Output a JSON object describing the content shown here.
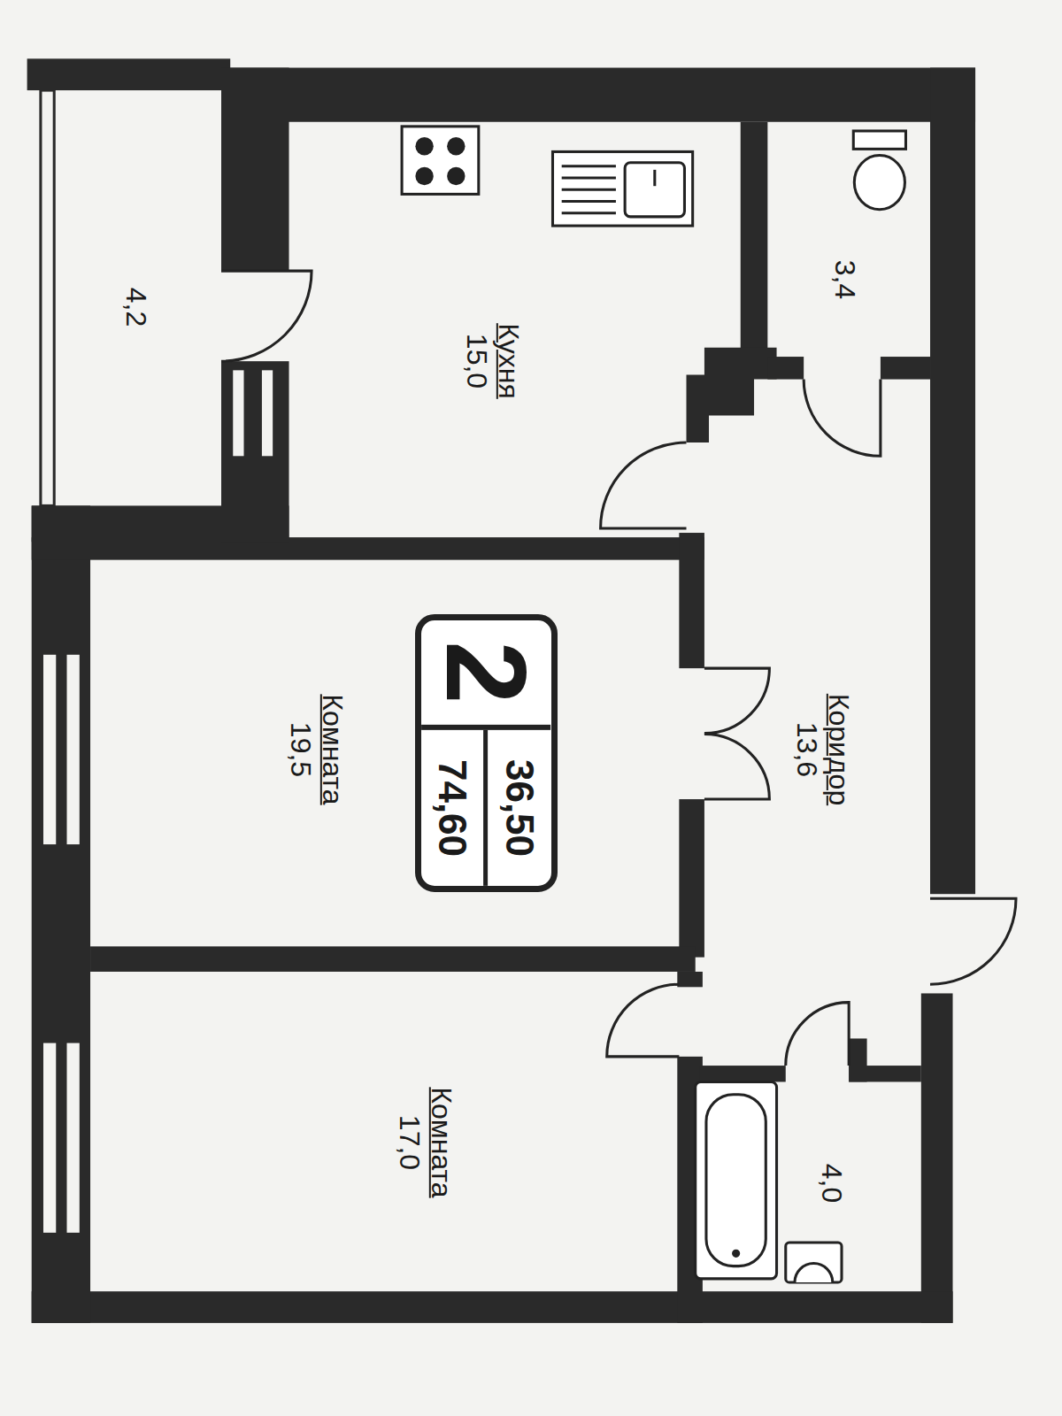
{
  "diagram": {
    "nodes": [
      {
        "text": [
          "4,2"
        ]
      },
      {
        "text": [
          "Кухня",
          "15,0"
        ]
      },
      {
        "text": [
          "3,4"
        ]
      },
      {
        "text": [
          "Комната",
          "19,5"
        ]
      },
      {
        "text": [
          "2",
          "36,50",
          "74,60"
        ],
        "in": 3
      },
      {
        "text": [
          "Коридор",
          "13,6"
        ]
      },
      {
        "text": [
          "Комната",
          "17,0"
        ]
      },
      {
        "text": [
          "4,0"
        ]
      }
    ]
  }
}
